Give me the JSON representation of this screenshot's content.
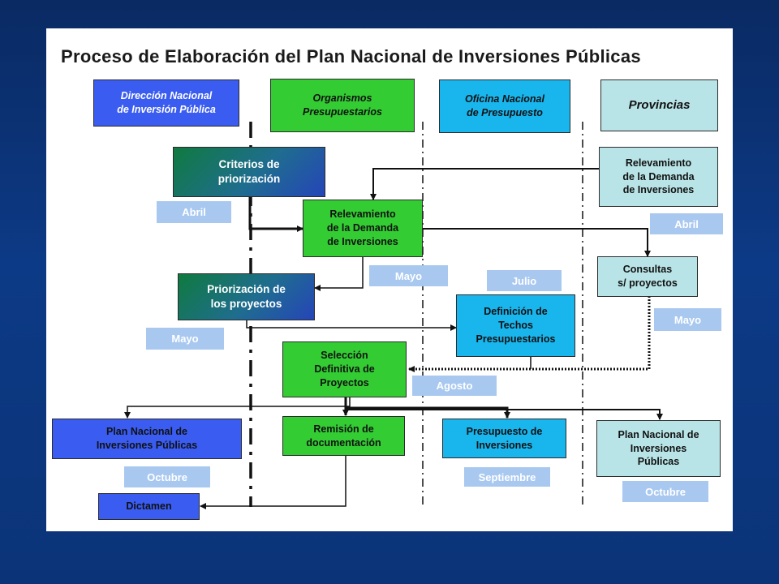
{
  "title": "Proceso de Elaboración del Plan Nacional de Inversiones Públicas",
  "headers": {
    "dnip": "Dirección Nacional\nde Inversión Pública",
    "org": "Organismos\nPresupuestarios",
    "onp": "Oficina Nacional\nde Presupuesto",
    "prov": "Provincias"
  },
  "boxes": {
    "criterios": "Criterios de\npriorización",
    "relev_central": "Relevamiento\nde la Demanda\nde Inversiones",
    "relev_prov": "Relevamiento\nde la Demanda\nde Inversiones",
    "priorizacion": "Priorización de\nlos proyectos",
    "consultas": "Consultas\ns/ proyectos",
    "techos": "Definición de\nTechos\nPresupuestarios",
    "seleccion": "Selección\nDefinitiva de\nProyectos",
    "pnip_left": "Plan Nacional de\nInversiones Públicas",
    "remision": "Remisión de\ndocumentación",
    "presupuesto": "Presupuesto de\nInversiones",
    "pnip_right": "Plan Nacional de\nInversiones\nPúblicas",
    "dictamen": "Dictamen"
  },
  "tags": {
    "abril_left": "Abril",
    "abril_right": "Abril",
    "mayo_center": "Mayo",
    "julio": "Julio",
    "mayo_right": "Mayo",
    "mayo_left": "Mayo",
    "agosto": "Agosto",
    "octubre_left": "Octubre",
    "septiembre": "Septiembre",
    "octubre_right": "Octubre"
  },
  "colors": {
    "dnip_blue": "#3a5cf0",
    "organismos_green": "#33cc33",
    "onp_cyan": "#19b6ee",
    "provincias_pale": "#b9e4e7",
    "tag_blue": "#a8c8f0"
  }
}
